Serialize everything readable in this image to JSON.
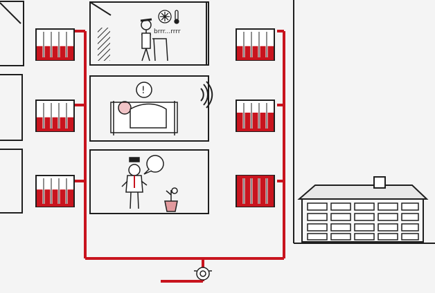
{
  "scene": {
    "speech_text": "brrr...rrrr",
    "accent_color": "#c8141e",
    "line_color": "#1e1e1e",
    "background_color": "#f4f4f4",
    "radiators_left": [
      {
        "name": "radiator-left-top",
        "fill": 0.45
      },
      {
        "name": "radiator-left-middle",
        "fill": 0.45
      },
      {
        "name": "radiator-left-bottom",
        "fill": 0.55
      }
    ],
    "radiators_right": [
      {
        "name": "radiator-right-top",
        "fill": 0.45
      },
      {
        "name": "radiator-right-middle",
        "fill": 0.6
      },
      {
        "name": "radiator-right-bottom",
        "fill": 1.0
      }
    ],
    "icons": [
      "snowflake-icon",
      "thermometer-icon",
      "exclamation-icon",
      "sound-waves-icon",
      "pump-icon"
    ]
  }
}
